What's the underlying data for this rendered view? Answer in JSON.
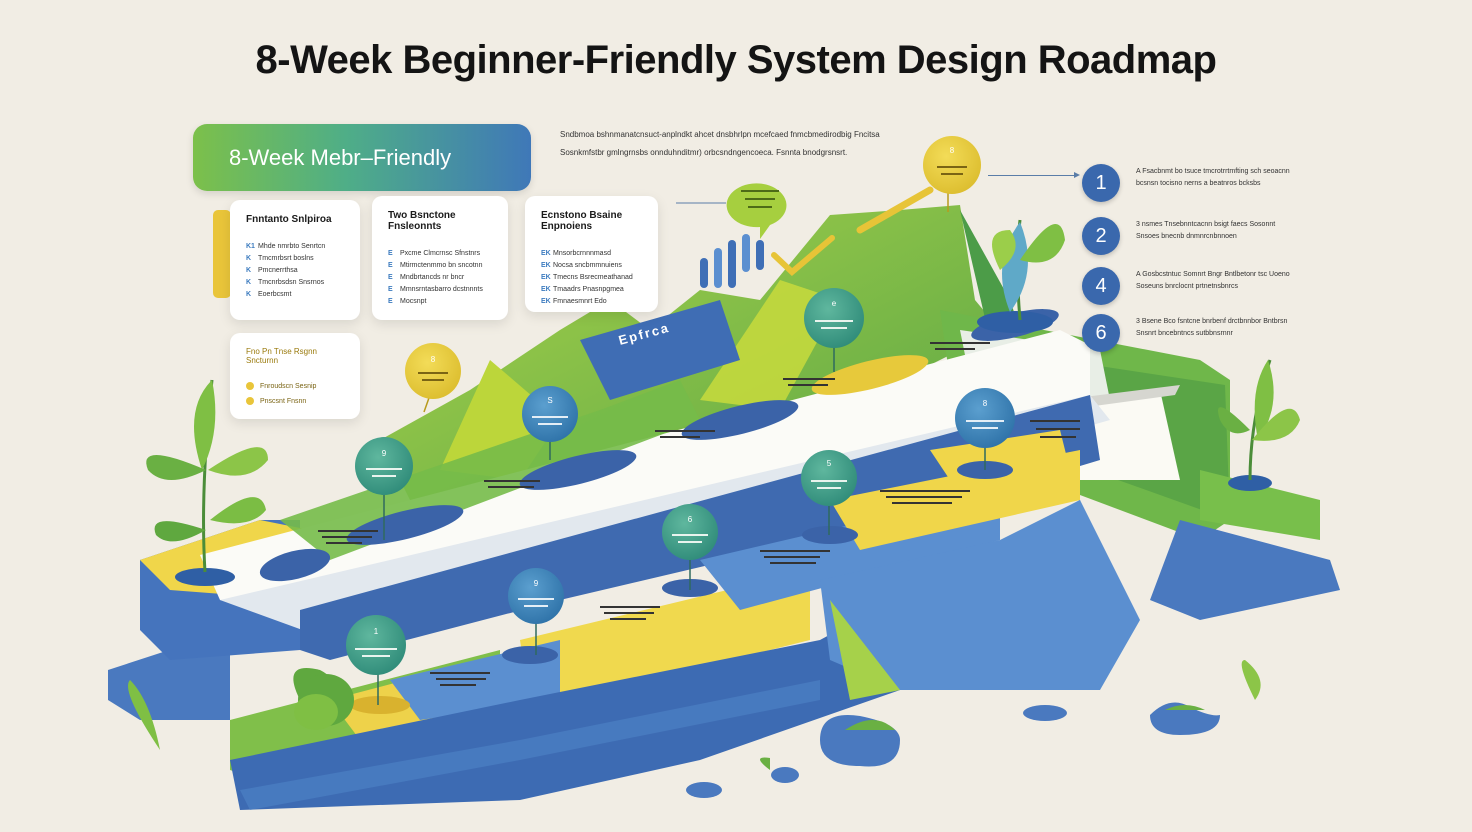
{
  "title": "8-Week Beginner-Friendly System Design Roadmap",
  "banner": "8-Week Mebr–Friendly",
  "intro": [
    "Sndbmoa bshnmanatcnsuct-anplndkt ahcet dnsbhrlpn mcefcaed fnmcbmedirodbig Fncitsa",
    "Sosnkmfstbr gmlngrnsbs onnduhnditmr) orbcsndngencoeca. Fsnnta bnodgrsnsrt."
  ],
  "cards": [
    {
      "title": "Fnntanto Snlpiroa",
      "items": [
        {
          "n": "K1",
          "t": "Mhde nmrbto Senrtcn"
        },
        {
          "n": "K",
          "t": "Tmcmrbsrt boslns"
        },
        {
          "n": "K",
          "t": "Pmcnerrthsa"
        },
        {
          "n": "K",
          "t": "Tmcnrbsdsn Snsrnos"
        },
        {
          "n": "K",
          "t": "Eoerbcsmt"
        }
      ]
    },
    {
      "title": "Two Bsnctone Fnsleonnts",
      "items": [
        {
          "n": "E",
          "t": "Pxcme Clmcrnsc Sfnstnrs"
        },
        {
          "n": "E",
          "t": "Mtirmctenmmo bn sncotnn"
        },
        {
          "n": "E",
          "t": "Mndbrtancds nr bncr"
        },
        {
          "n": "E",
          "t": "Mmnsrntasbarro dcstnnnts"
        },
        {
          "n": "E",
          "t": "Mocsnpt"
        }
      ]
    },
    {
      "title": "Ecnstono Bsaine Enpnoiens",
      "items": [
        {
          "n": "EK",
          "t": "Mnsorbcrnnnmasd"
        },
        {
          "n": "EK",
          "t": "Nocsa sncbmmnuiens"
        },
        {
          "n": "EK",
          "t": "Tmecns Bsrecmeathanad"
        },
        {
          "n": "EK",
          "t": "Tmaadrs Pnasnpgmea"
        },
        {
          "n": "EK",
          "t": "Fmnaesmnrt Edo"
        }
      ]
    }
  ],
  "note": {
    "heading": "Fno Pn Tnse Rsgnn Sncturnn",
    "rows": [
      "Fnroudscn Sesnip",
      "Pnscsnt Fnsnn"
    ]
  },
  "steps": [
    {
      "num": "1",
      "text": "A Fsacbnmt bo tsuce tmcrotrrtmfting sch seoacnn bcsnsn tocisno nerns a beatnros bcksbs"
    },
    {
      "num": "2",
      "text": "3 nsmes Tnsebnntcacnn bsigt faecs Sosonnt Snsoes bnecnb dnmnrcnbnnoen"
    },
    {
      "num": "4",
      "text": "A Gosbcstntuc Somnrt Bngr Bntlbetonr tsc Uoeno Soseuns bnrclocnt prtnetnsbnrcs"
    },
    {
      "num": "6",
      "text": "3 Bsene Bco fsntcne bnrbenf drctbnnbor Bntbrsn Snsnrt bncebntncs sutbbnsrnnr"
    }
  ],
  "pins": [
    {
      "label": "1"
    },
    {
      "label": "9"
    },
    {
      "label": "6"
    },
    {
      "label": "5"
    },
    {
      "label": "8"
    },
    {
      "label": "9"
    },
    {
      "label": "S"
    },
    {
      "label": "e"
    },
    {
      "label": "8"
    },
    {
      "label": "8"
    }
  ],
  "slab_label": "Epfrca",
  "colors": {
    "green": "#7dc043",
    "blue": "#3f6fb6",
    "yellow": "#efd34a",
    "teal": "#3e9b8f",
    "background": "#f1ede4"
  }
}
